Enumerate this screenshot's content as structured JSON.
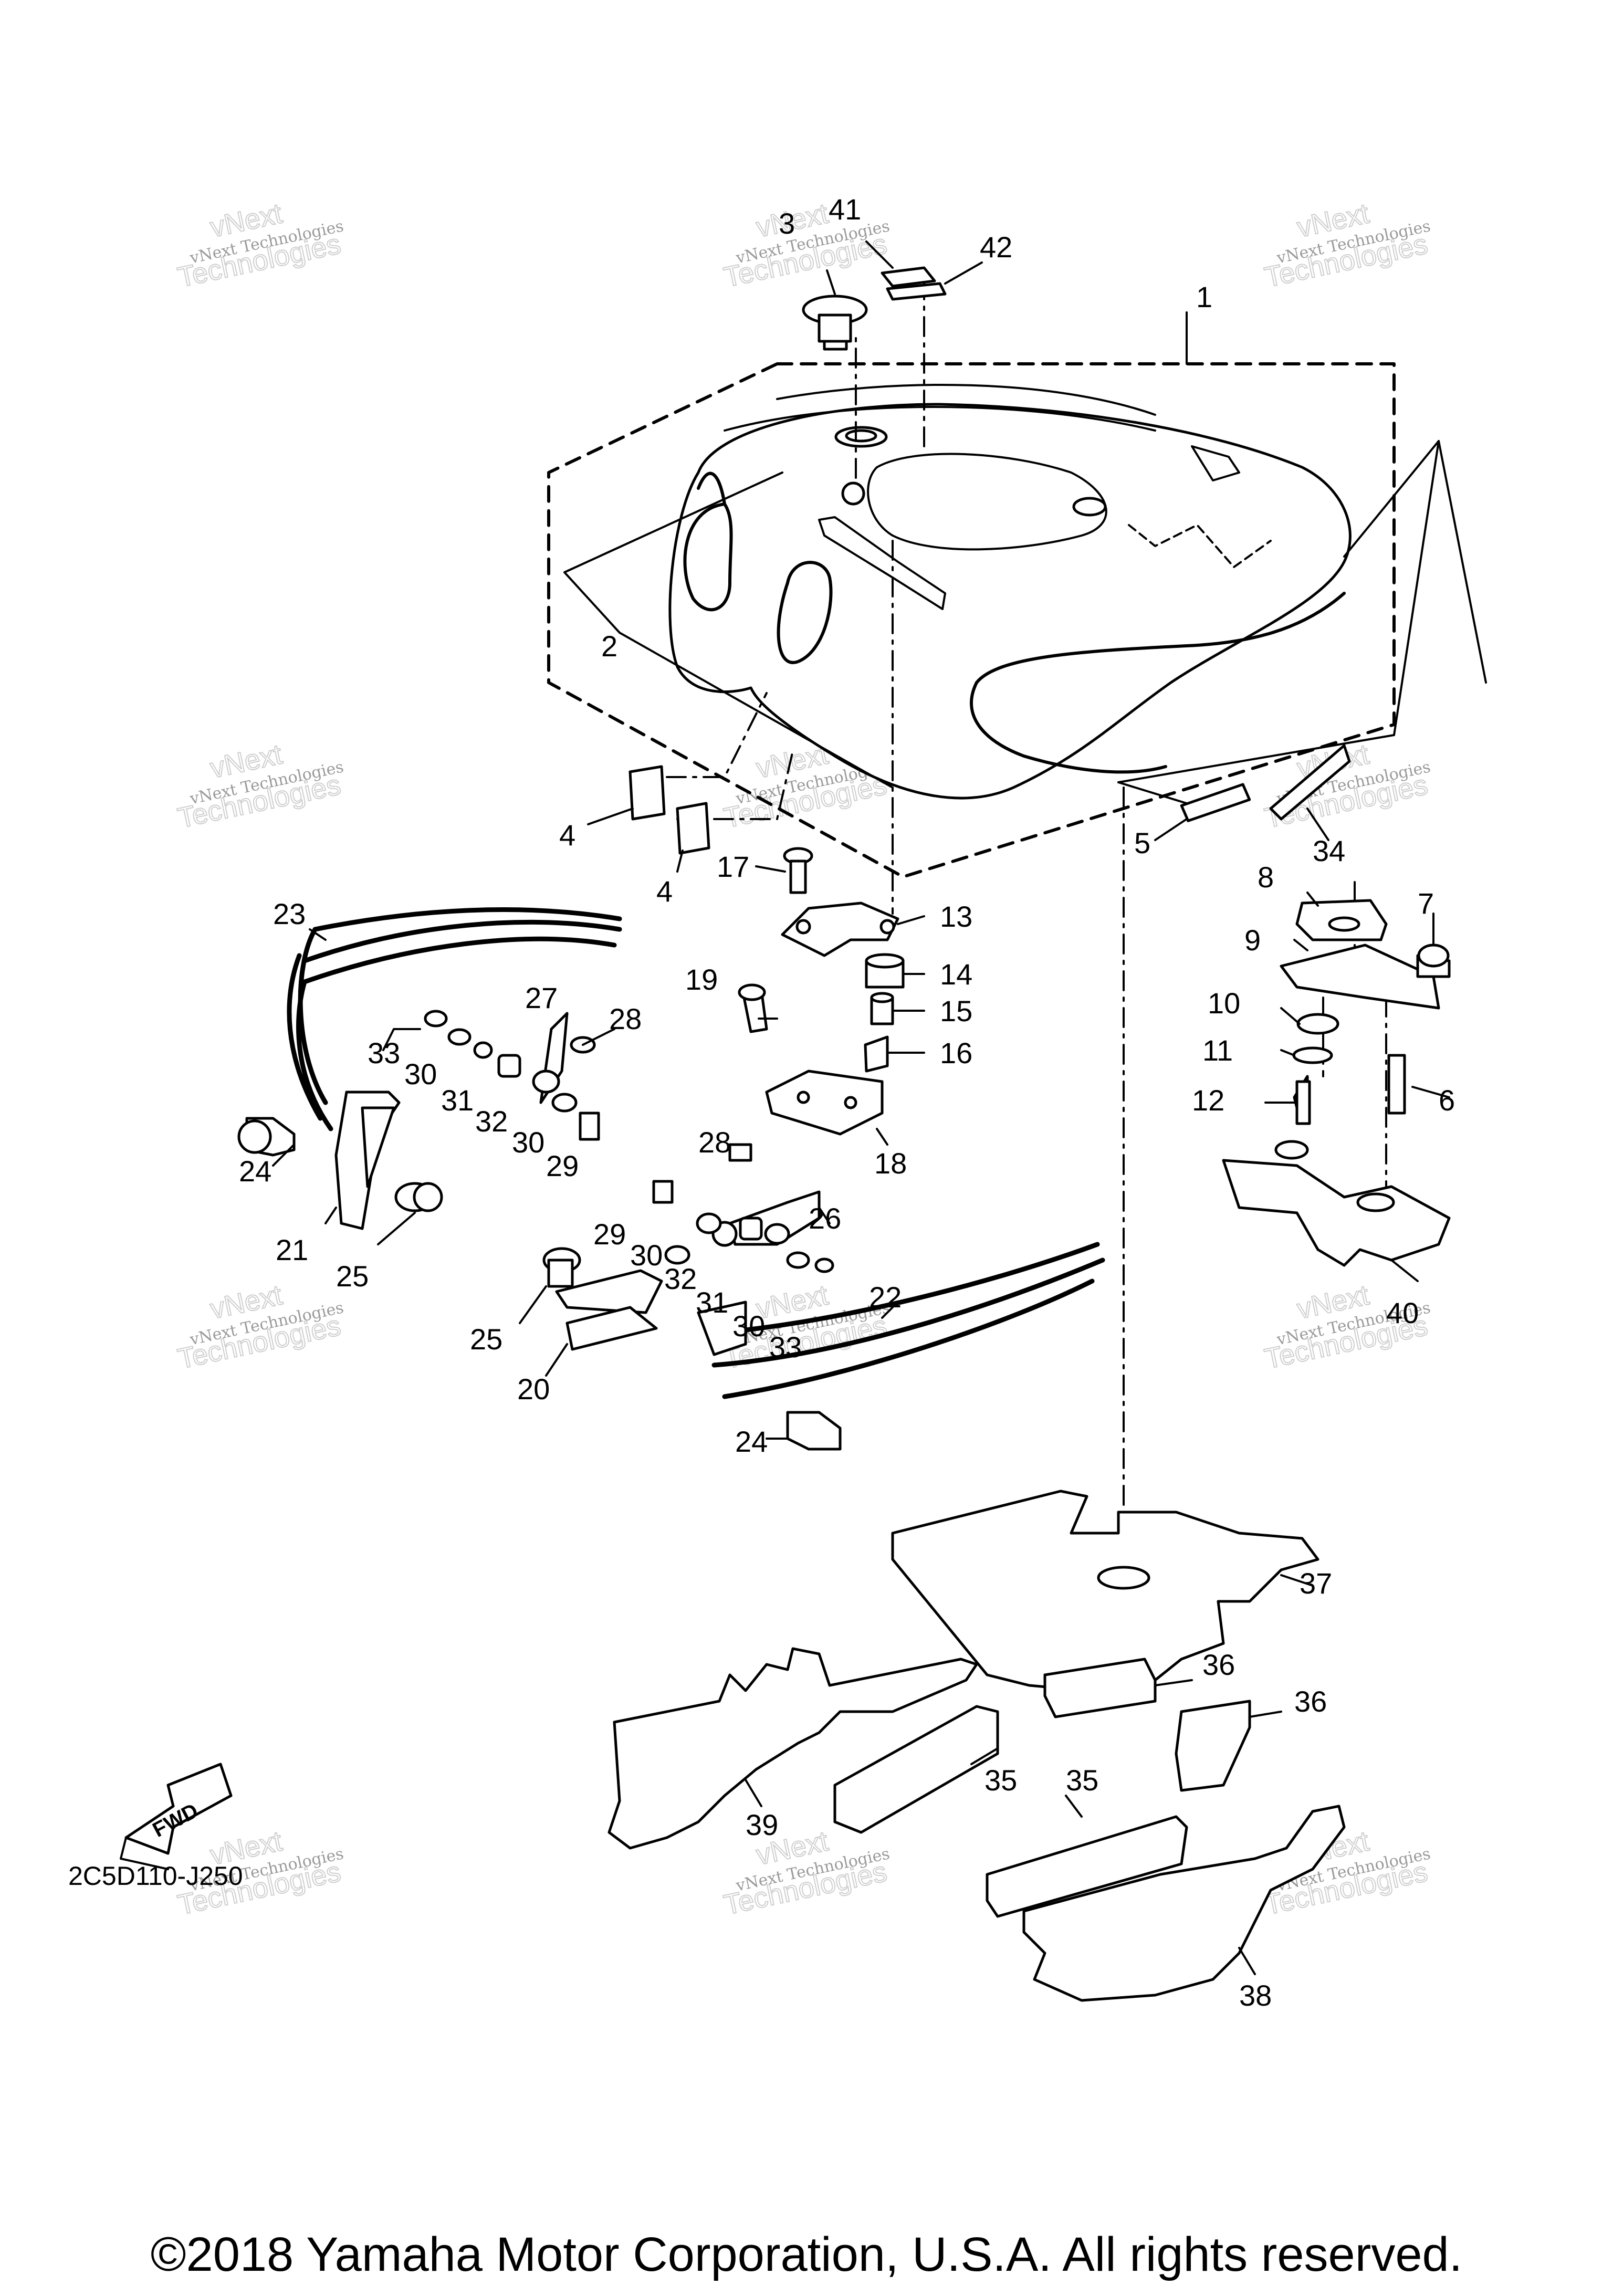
{
  "diagram": {
    "part_labels": {
      "p1": "1",
      "p2": "2",
      "p3": "3",
      "p4a": "4",
      "p4b": "4",
      "p5": "5",
      "p6": "6",
      "p7": "7",
      "p8": "8",
      "p9": "9",
      "p10": "10",
      "p11": "11",
      "p12": "12",
      "p13": "13",
      "p14": "14",
      "p15": "15",
      "p16": "16",
      "p17": "17",
      "p18": "18",
      "p19": "19",
      "p20": "20",
      "p21": "21",
      "p22": "22",
      "p23": "23",
      "p24a": "24",
      "p24b": "24",
      "p25a": "25",
      "p25b": "25",
      "p26": "26",
      "p27": "27",
      "p28a": "28",
      "p28b": "28",
      "p29a": "29",
      "p29b": "29",
      "p30a": "30",
      "p30b": "30",
      "p30c": "30",
      "p30d": "30",
      "p31a": "31",
      "p31b": "31",
      "p32a": "32",
      "p32b": "32",
      "p33a": "33",
      "p33b": "33",
      "p34": "34",
      "p35a": "35",
      "p35b": "35",
      "p36a": "36",
      "p36b": "36",
      "p37": "37",
      "p38": "38",
      "p39": "39",
      "p40": "40",
      "p41": "41",
      "p42": "42"
    },
    "fwd_label": "FWD",
    "diagram_code": "2C5D110-J250",
    "watermark_line1": "vNext Technologies",
    "watermark_line2": "vNext",
    "watermark_line3": "Technologies"
  },
  "footer": {
    "copyright": "©2018 Yamaha Motor Corporation, U.S.A. All rights reserved."
  }
}
